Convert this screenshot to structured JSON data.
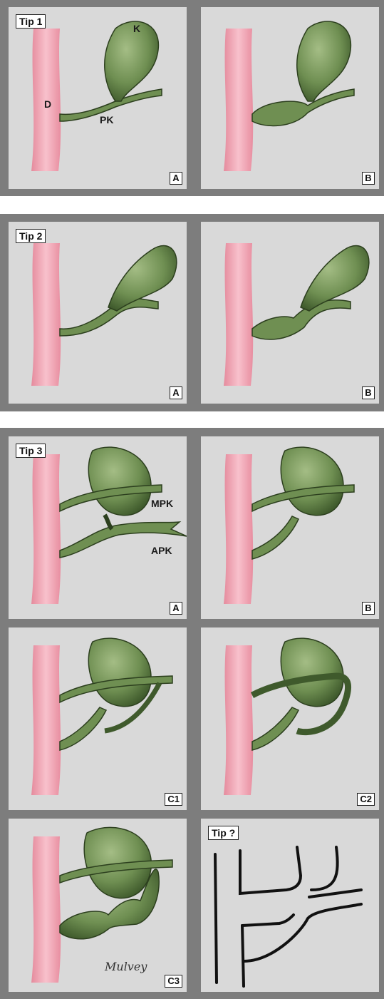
{
  "tip1": {
    "tag": "Tip 1",
    "panel_a": "A",
    "panel_b": "B",
    "labels": {
      "k": "K",
      "d": "D",
      "pk": "PK"
    }
  },
  "tip2": {
    "tag": "Tip 2",
    "panel_a": "A",
    "panel_b": "B"
  },
  "tip3": {
    "tag": "Tip 3",
    "panel_a": "A",
    "panel_b": "B",
    "panel_c1": "C1",
    "panel_c2": "C2",
    "panel_c3": "C3",
    "labels": {
      "mpk": "MPK",
      "apk": "APK"
    },
    "signature": "Mulvey"
  },
  "tip_unknown": {
    "tag": "Tip ?"
  },
  "colors": {
    "duct": "#f2a5b3",
    "gallbladder": "#6f8f52",
    "gallbladder_dark": "#3f5a2c",
    "panel_bg": "#d9d9d9",
    "frame": "#7d7d7d",
    "line": "#111111"
  }
}
